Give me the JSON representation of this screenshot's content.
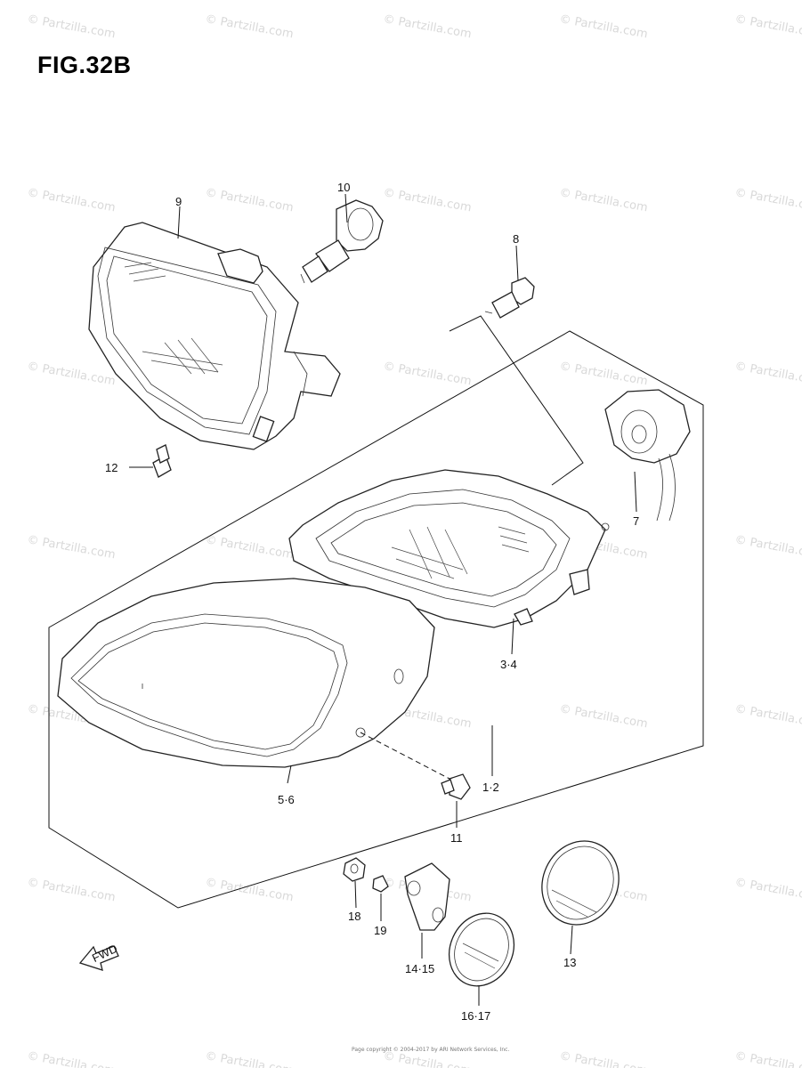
{
  "figure": {
    "title": "FIG.32B"
  },
  "watermark": {
    "text": "© Partzilla.com"
  },
  "callouts": {
    "c9": "9",
    "c10": "10",
    "c8": "8",
    "c12": "12",
    "c7": "7",
    "c34": "3·4",
    "c56": "5·6",
    "c12b": "1·2",
    "c11": "11",
    "c18": "18",
    "c19": "19",
    "c1415": "14·15",
    "c1617": "16·17",
    "c13": "13"
  },
  "direction_marker": {
    "label": "FWD"
  },
  "footer": {
    "text": "Page copyright © 2004-2017 by ARI Network Services, Inc."
  },
  "colors": {
    "line": "#222222",
    "watermark": "#d9d9d9",
    "background": "#ffffff"
  }
}
